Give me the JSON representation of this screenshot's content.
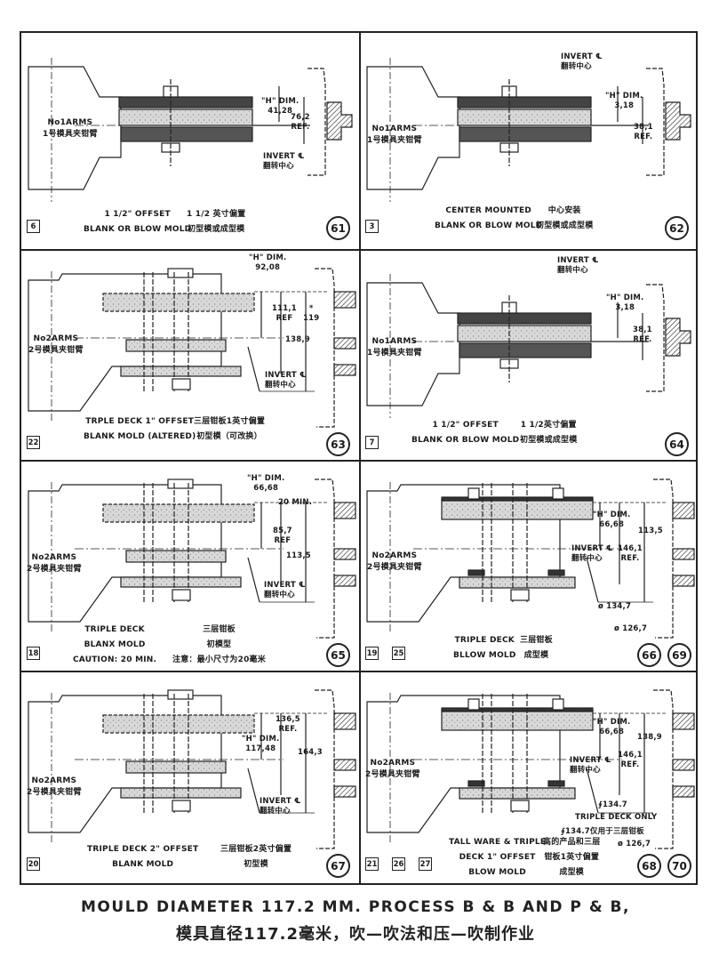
{
  "footer": {
    "line1": "MOULD DIAMETER 117.2 MM. PROCESS B & B AND P & B,",
    "line2": "模具直径117.2毫米，吹—吹法和压—吹制作业"
  },
  "panels": [
    {
      "id": "61",
      "drawing": "single",
      "refs": [
        "6"
      ],
      "numbers": [
        "61"
      ],
      "labels": {
        "arm": [
          "No1ARMS",
          "1号模具夹钳臂"
        ],
        "hdim": [
          "\"H\" DIM.",
          "41,28"
        ],
        "dim1": [
          "76,2",
          "REF."
        ],
        "invert": [
          "INVERT ℄",
          "翻转中心"
        ],
        "cap_en": [
          "1 1/2\"   OFFSET",
          "BLANK OR BLOW MOLD"
        ],
        "cap_cn": [
          "1 1/2 英寸偏置",
          "初型模或成型模"
        ]
      }
    },
    {
      "id": "62",
      "drawing": "single",
      "refs": [
        "3"
      ],
      "numbers": [
        "62"
      ],
      "labels": {
        "arm": [
          "No1ARMS",
          "1号模具夹钳臂"
        ],
        "invert": [
          "INVERT ℄",
          "翻转中心"
        ],
        "hdim": [
          "\"H\" DIM.",
          "3,18"
        ],
        "dim1": [
          "38,1",
          "REF."
        ],
        "cap_en": [
          "CENTER MOUNTED",
          "BLANK OR BLOW MOLD"
        ],
        "cap_cn": [
          "中心安装",
          "初型模或成型模"
        ]
      }
    },
    {
      "id": "63",
      "drawing": "triple",
      "refs": [
        "22"
      ],
      "numbers": [
        "63"
      ],
      "labels": {
        "hdim": [
          "\"H\" DIM.",
          "92,08"
        ],
        "dim1": [
          "111,1",
          "REF"
        ],
        "dim2": [
          "138,9"
        ],
        "dim3": [
          "*",
          "119"
        ],
        "arm": [
          "No2ARMS",
          "2号模具夹钳臂"
        ],
        "invert": [
          "INVERT ℄",
          "翻转中心"
        ],
        "cap_en": [
          "TRPLE DECK 1\"  OFFSET",
          "BLANK  MOLD  (ALTERED)"
        ],
        "cap_cn": [
          "三层钳板1英寸偏置",
          "初型模（可改换）"
        ]
      }
    },
    {
      "id": "64",
      "drawing": "single",
      "refs": [
        "7"
      ],
      "numbers": [
        "64"
      ],
      "labels": {
        "invert": [
          "INVERT ℄",
          "翻转中心"
        ],
        "hdim": [
          "\"H\" DIM.",
          "3,18"
        ],
        "dim1": [
          "38,1",
          "REF."
        ],
        "arm": [
          "No1ARMS",
          "1号模具夹钳臂"
        ],
        "cap_en": [
          "1 1/2\" OFFSET",
          "BLANK OR BLOW MOLD"
        ],
        "cap_cn": [
          "1 1/2英寸偏置",
          "初型模或成型模"
        ]
      }
    },
    {
      "id": "65",
      "drawing": "triple",
      "refs": [
        "18"
      ],
      "numbers": [
        "65"
      ],
      "labels": {
        "hdim": [
          "\"H\" DIM.",
          "66,68"
        ],
        "dim1": [
          "20 MIN."
        ],
        "dim2": [
          "85,7",
          "REF"
        ],
        "dim3": [
          "113,5"
        ],
        "arm": [
          "No2ARMS",
          "2号模具夹钳臂"
        ],
        "invert": [
          "INVERT ℄",
          "翻转中心"
        ],
        "cap_en": [
          "TRIPLE DECK",
          "BLANX MOLD",
          "CAUTION: 20 MIN."
        ],
        "cap_cn": [
          "三层钳板",
          "初模型",
          "注意：最小尺寸为20毫米"
        ]
      }
    },
    {
      "id": "66-69",
      "drawing": "blow",
      "refs": [
        "19",
        "25"
      ],
      "numbers": [
        "66",
        "69"
      ],
      "labels": {
        "hdim": [
          "\"H\" DIM.",
          "66,68"
        ],
        "invert": [
          "INVERT ℄",
          "翻转中心"
        ],
        "dim1": [
          "146,1",
          "REF."
        ],
        "dim2": [
          "113,5"
        ],
        "dim3": [
          "ø 134,7"
        ],
        "dim4": [
          "ø 126,7"
        ],
        "arm": [
          "No2ARMS",
          "2号模具夹钳臂"
        ],
        "cap_en": [
          "TRIPLE DECK",
          "BLLOW MOLD"
        ],
        "cap_cn": [
          "三层钳板",
          "成型模"
        ]
      }
    },
    {
      "id": "67",
      "drawing": "triple",
      "refs": [
        "20"
      ],
      "numbers": [
        "67"
      ],
      "labels": {
        "dim1": [
          "136,5",
          "REF."
        ],
        "hdim": [
          "\"H\" DIM.",
          "117,48"
        ],
        "dim2": [
          "164,3"
        ],
        "arm": [
          "No2ARMS",
          "2号模具夹钳臂"
        ],
        "invert": [
          "INVERT ℄",
          "翻转中心"
        ],
        "cap_en": [
          "TRIPLE  DECK  2\"  OFFSET",
          "BLANK MOLD"
        ],
        "cap_cn": [
          "三层钳板2英寸偏置",
          "初型模"
        ]
      }
    },
    {
      "id": "68-70",
      "drawing": "blow",
      "refs": [
        "21",
        "26",
        "27"
      ],
      "numbers": [
        "68",
        "70"
      ],
      "labels": {
        "hdim": [
          "\"H\" DIM.",
          "66,68"
        ],
        "dim1": [
          "146,1",
          "REF."
        ],
        "dim2": [
          "138,9"
        ],
        "invert": [
          "INVERT ℄",
          "翻转中心"
        ],
        "dim3": [
          "∮134.7"
        ],
        "dim4": [
          "TRIPLE DECK ONLY"
        ],
        "dim5": [
          "∮134.7仅用于三层钳板"
        ],
        "dim6": [
          "ø 126,7"
        ],
        "arm": [
          "No2ARMS",
          "2号模具夹钳臂"
        ],
        "cap_en": [
          "TALL WARE & TRIPLE",
          "DECK 1\" OFFSET",
          "BLOW MOLD"
        ],
        "cap_cn": [
          "高的产品和三层",
          "钳板1英寸偏置",
          "成型模"
        ]
      }
    }
  ]
}
